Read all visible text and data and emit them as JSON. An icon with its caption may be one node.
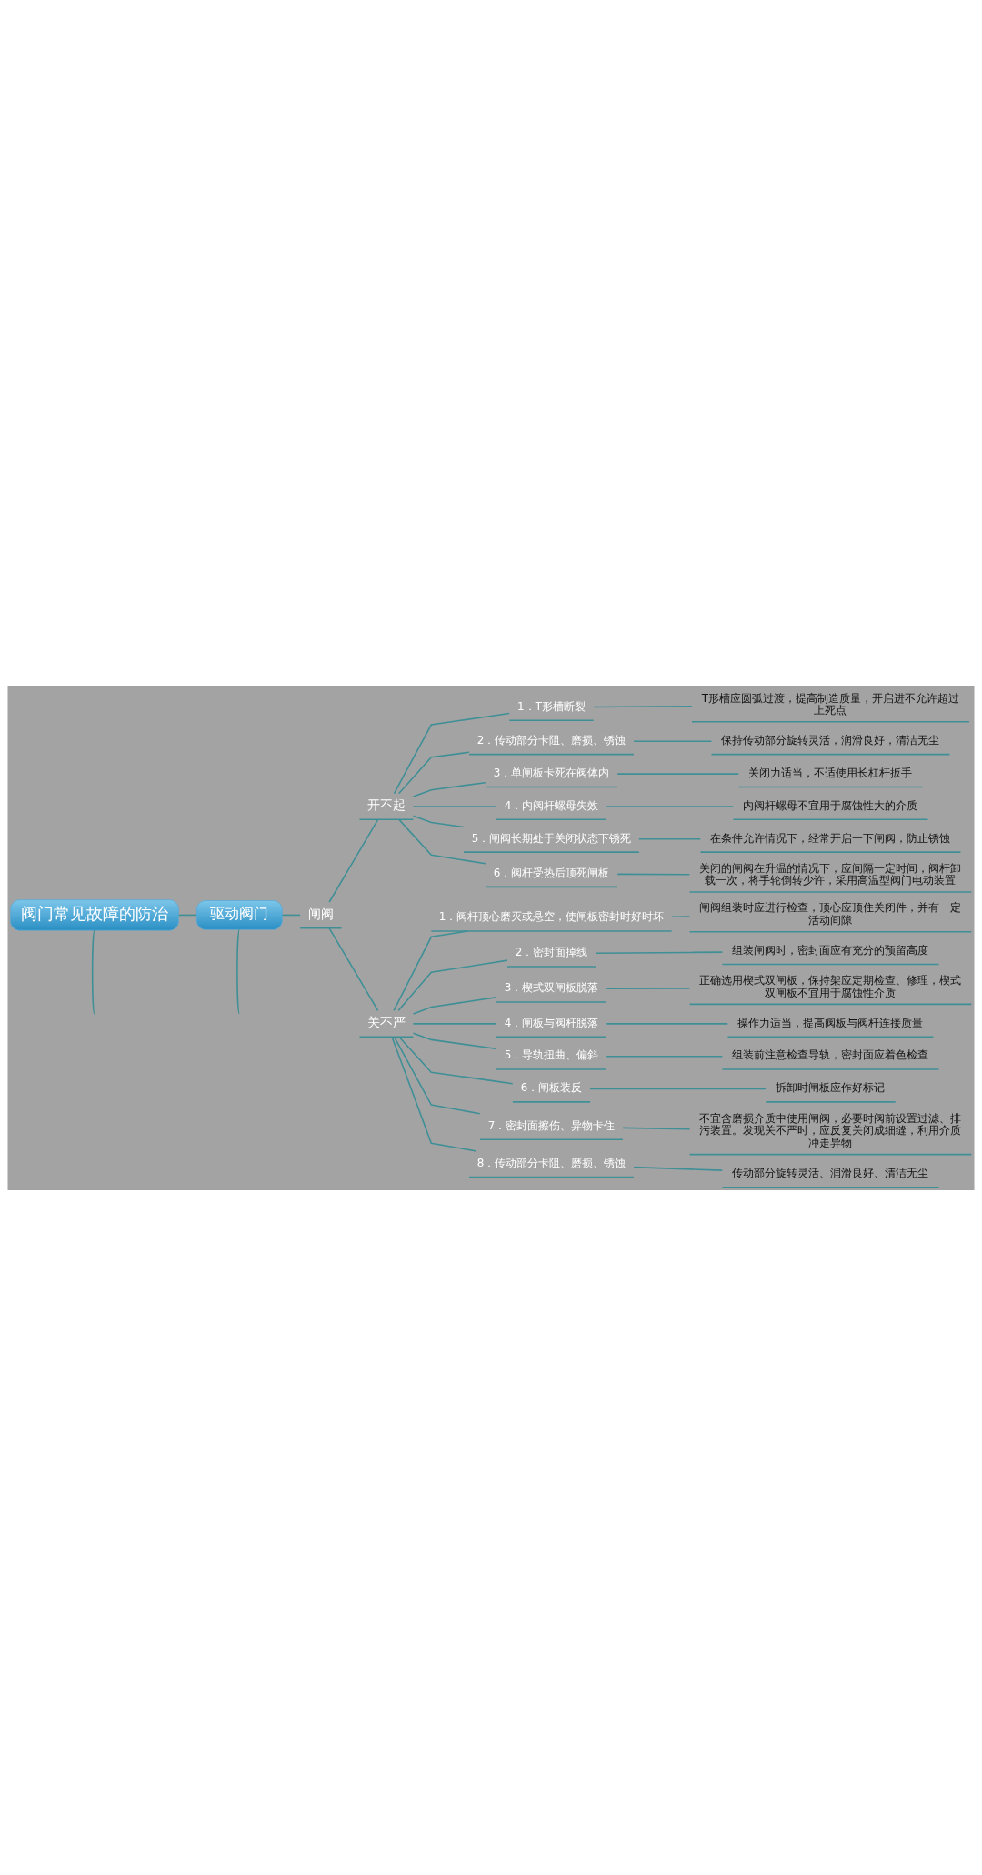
{
  "diagram": {
    "nodes": [
      {
        "text": [
          "阀门常见故障的防治"
        ]
      },
      {
        "text": [
          "驱动阀门"
        ]
      },
      {
        "text": [
          "闸阀"
        ]
      },
      {
        "text": [
          "开不起"
        ]
      },
      {
        "text": [
          "1．T形槽断裂"
        ]
      },
      {
        "text": [
          "T形槽应圆弧过渡，提高制造质量，开启进不允许超过上死点"
        ]
      },
      {
        "text": [
          "2．传动部分卡阻、磨损、锈蚀"
        ]
      },
      {
        "text": [
          "保持传动部分旋转灵活，润滑良好，清洁无尘"
        ]
      },
      {
        "text": [
          "3．单闸板卡死在阀体内"
        ]
      },
      {
        "text": [
          "关闭力适当，不适使用长杠杆扳手"
        ]
      },
      {
        "text": [
          "4．内阀杆螺母失效"
        ]
      },
      {
        "text": [
          "内阀杆螺母不宜用于腐蚀性大的介质"
        ]
      },
      {
        "text": [
          "5．闸阀长期处于关闭状态下锈死"
        ]
      },
      {
        "text": [
          "在条件允许情况下，经常开启一下闸阀，防止锈蚀"
        ]
      },
      {
        "text": [
          "6．阀杆受热后顶死闸板"
        ]
      },
      {
        "text": [
          "关闭的闸阀在升温的情况下，应间隔一定时间，阀杆卸载一次，将手轮倒转少许，采用高温型阀门电动装置"
        ]
      },
      {
        "text": [
          "关不严"
        ]
      },
      {
        "text": [
          "1．阀杆顶心磨灭或悬空，使闸板密封时好时坏"
        ]
      },
      {
        "text": [
          "闸阀组装时应进行检查，顶心应顶住关闭件，并有一定活动间隙"
        ]
      },
      {
        "text": [
          "2．密封面掉线"
        ]
      },
      {
        "text": [
          "组装闸阀时，密封面应有充分的预留高度"
        ]
      },
      {
        "text": [
          "3．楔式双闸板脱落"
        ]
      },
      {
        "text": [
          "正确选用楔式双闸板，保持架应定期检查、修理，楔式双闸板不宜用于腐蚀性介质"
        ]
      },
      {
        "text": [
          "4．闸板与阀杆脱落"
        ]
      },
      {
        "text": [
          "操作力适当，提高阀板与阀杆连接质量"
        ]
      },
      {
        "text": [
          "5．导轨扭曲、偏斜"
        ]
      },
      {
        "text": [
          "组装前注意检查导轨，密封面应着色检查"
        ]
      },
      {
        "text": [
          "6．闸板装反"
        ]
      },
      {
        "text": [
          "拆卸时闸板应作好标记"
        ]
      },
      {
        "text": [
          "7．密封面擦伤、异物卡住"
        ]
      },
      {
        "text": [
          "不宜含磨损介质中使用闸阀，必要时阀前设置过滤、排污装置。发现关不严时，应反复关闭成细缝，利用介质冲走异物"
        ]
      },
      {
        "text": [
          "8．传动部分卡阻、磨损、锈蚀"
        ]
      },
      {
        "text": [
          "传动部分旋转灵活、润滑良好、清洁无尘"
        ]
      }
    ],
    "edges": [
      {
        "from": 0,
        "to": 1,
        "arrow": "none"
      },
      {
        "from": 0,
        "to": null,
        "arrow": "none"
      },
      {
        "from": 1,
        "to": 2,
        "arrow": "none"
      },
      {
        "from": 1,
        "to": null,
        "arrow": "none"
      },
      {
        "from": 2,
        "to": 3,
        "arrow": "none"
      },
      {
        "from": 3,
        "to": 4,
        "arrow": "none"
      },
      {
        "from": 4,
        "to": 5,
        "arrow": "none"
      },
      {
        "from": 3,
        "to": 6,
        "arrow": "none"
      },
      {
        "from": 6,
        "to": 7,
        "arrow": "none"
      },
      {
        "from": 3,
        "to": 8,
        "arrow": "none"
      },
      {
        "from": 8,
        "to": 9,
        "arrow": "none"
      },
      {
        "from": 3,
        "to": 10,
        "arrow": "none"
      },
      {
        "from": 10,
        "to": 11,
        "arrow": "none"
      },
      {
        "from": 3,
        "to": 12,
        "arrow": "none"
      },
      {
        "from": 12,
        "to": 13,
        "arrow": "none"
      },
      {
        "from": 3,
        "to": 14,
        "arrow": "none"
      },
      {
        "from": 14,
        "to": 15,
        "arrow": "none"
      },
      {
        "from": 2,
        "to": 16,
        "arrow": "none"
      },
      {
        "from": 16,
        "to": 17,
        "arrow": "none"
      },
      {
        "from": 17,
        "to": 18,
        "arrow": "none"
      },
      {
        "from": 16,
        "to": 19,
        "arrow": "none"
      },
      {
        "from": 19,
        "to": 20,
        "arrow": "none"
      },
      {
        "from": 16,
        "to": 21,
        "arrow": "none"
      },
      {
        "from": 21,
        "to": 22,
        "arrow": "none"
      },
      {
        "from": 16,
        "to": 23,
        "arrow": "none"
      },
      {
        "from": 23,
        "to": 24,
        "arrow": "none"
      },
      {
        "from": 16,
        "to": 25,
        "arrow": "none"
      },
      {
        "from": 25,
        "to": 26,
        "arrow": "none"
      },
      {
        "from": 16,
        "to": 27,
        "arrow": "none"
      },
      {
        "from": 27,
        "to": 28,
        "arrow": "none"
      },
      {
        "from": 16,
        "to": 29,
        "arrow": "none"
      },
      {
        "from": 29,
        "to": 30,
        "arrow": "none"
      },
      {
        "from": 16,
        "to": 31,
        "arrow": "none"
      },
      {
        "from": 31,
        "to": 32,
        "arrow": "none"
      }
    ]
  }
}
